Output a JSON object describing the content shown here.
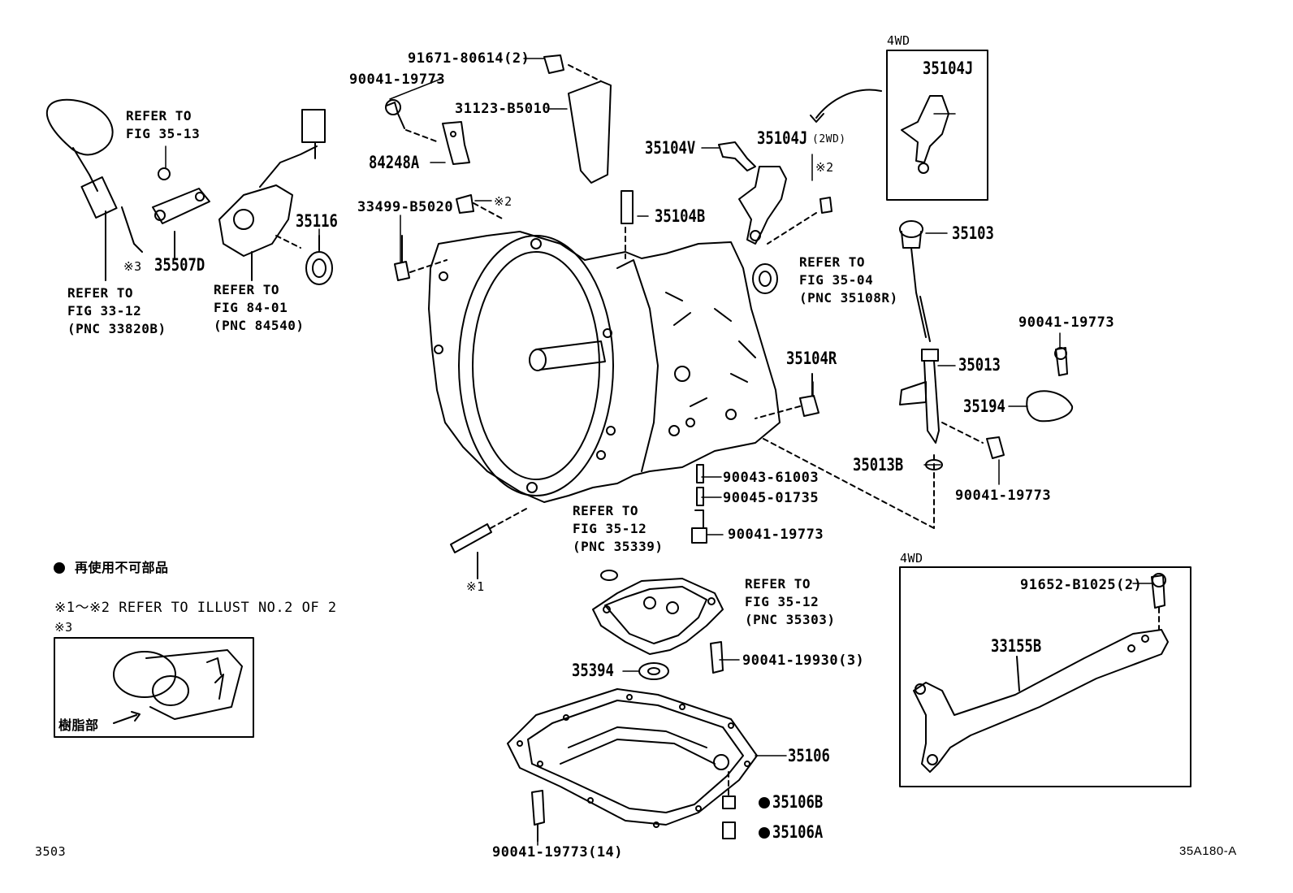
{
  "labels": {
    "p91671": "91671-80614(2)",
    "p90041_top": "90041-19773",
    "p31123": "31123-B5010",
    "p84248": "84248A",
    "p33499": "33499-B5020",
    "mark2_a": "※2",
    "mark2_b": "※2",
    "p35104V": "35104V",
    "p35104J_2wd": "35104J",
    "tag_2wd": "(2WD)",
    "p35104B": "35104B",
    "p35116": "35116",
    "p35507D": "35507D",
    "mark3": "※3",
    "p35103": "35103",
    "p35013": "35013",
    "p35013B": "35013B",
    "p35104R": "35104R",
    "p35194": "35194",
    "p90041_r1": "90041-19773",
    "p90041_r2": "90041-19773",
    "p90043": "90043-61003",
    "p90045": "90045-01735",
    "p90041_mid": "90041-19773",
    "mark1": "※1",
    "p90041_19930": "90041-19930(3)",
    "p35394": "35394",
    "p35106": "35106",
    "p35106B": "35106B",
    "p35106A": "35106A",
    "p90041_14": "90041-19773(14)",
    "p91652": "91652-B1025(2)",
    "p33155B": "33155B",
    "p35104J_4wd": "35104J"
  },
  "refs": {
    "ref_35_13": "REFER TO\nFIG 35-13",
    "ref_33_12": "REFER TO\nFIG 33-12\n(PNC 33820B)",
    "ref_84_01": "REFER TO\nFIG 84-01\n(PNC 84540)",
    "ref_35_04": "REFER TO\nFIG 35-04\n(PNC 35108R)",
    "ref_35_12a": "REFER TO\nFIG 35-12\n(PNC 35339)",
    "ref_35_12b": "REFER TO\nFIG 35-12\n(PNC 35303)"
  },
  "boxes": {
    "box_4wd_top": "4WD",
    "box_4wd_bottom": "4WD"
  },
  "legend": {
    "non_reusable": "再使用不可部品",
    "refer_note": "※1～※2 REFER TO ILLUST NO.2 OF 2",
    "mark3": "※3",
    "resin_part": "樹脂部"
  },
  "footer": {
    "page_code": "3503",
    "illust_code": "35A180-A"
  }
}
